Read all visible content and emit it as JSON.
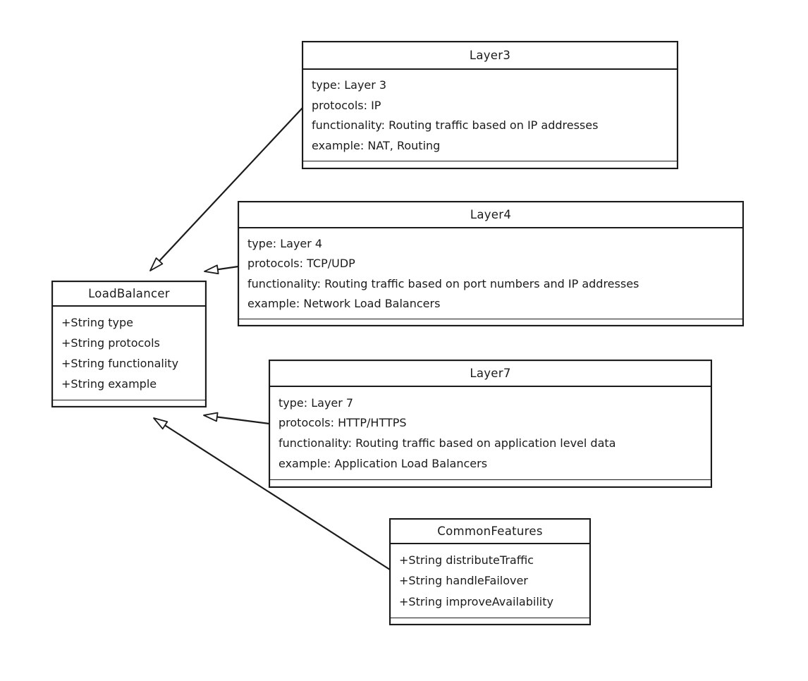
{
  "diagram": {
    "kind": "uml-class-diagram",
    "style": "hand-drawn",
    "colors": {
      "stroke": "#1b1b1b",
      "background": "#ffffff",
      "box_fill": "#ffffff"
    },
    "classes": {
      "layer3": {
        "title": "Layer3",
        "members": [
          "type: Layer 3",
          "protocols: IP",
          "functionality: Routing traffic based on IP addresses",
          "example: NAT, Routing"
        ]
      },
      "layer4": {
        "title": "Layer4",
        "members": [
          "type: Layer 4",
          "protocols: TCP/UDP",
          "functionality: Routing traffic based on port numbers and IP addresses",
          "example: Network Load Balancers"
        ]
      },
      "layer7": {
        "title": "Layer7",
        "members": [
          "type: Layer 7",
          "protocols: HTTP/HTTPS",
          "functionality: Routing traffic based on application level data",
          "example: Application Load Balancers"
        ]
      },
      "loadbalancer": {
        "title": "LoadBalancer",
        "members": [
          "+String type",
          "+String protocols",
          "+String functionality",
          "+String example"
        ]
      },
      "commonfeatures": {
        "title": "CommonFeatures",
        "members": [
          "+String distributeTraffic",
          "+String handleFailover",
          "+String improveAvailability"
        ]
      }
    },
    "edges": [
      {
        "from": "Layer3",
        "to": "LoadBalancer",
        "type": "inheritance",
        "arrowhead": "hollow-triangle"
      },
      {
        "from": "Layer4",
        "to": "LoadBalancer",
        "type": "inheritance",
        "arrowhead": "hollow-triangle"
      },
      {
        "from": "Layer7",
        "to": "LoadBalancer",
        "type": "inheritance",
        "arrowhead": "hollow-triangle"
      },
      {
        "from": "CommonFeatures",
        "to": "LoadBalancer",
        "type": "inheritance",
        "arrowhead": "hollow-triangle"
      }
    ]
  }
}
